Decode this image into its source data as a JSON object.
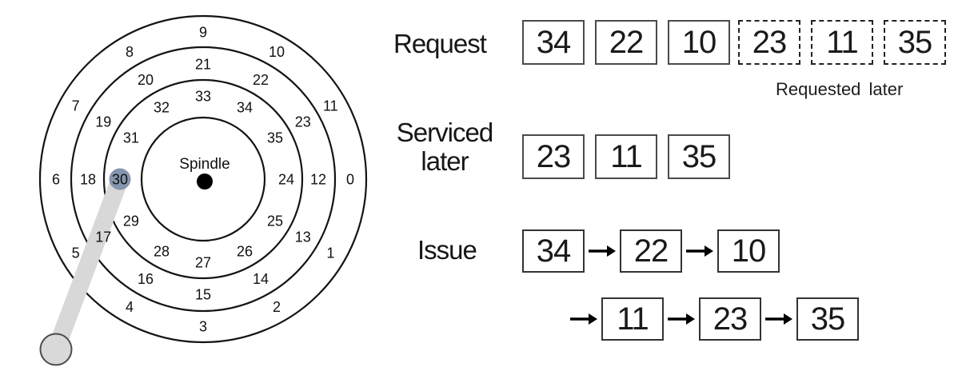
{
  "diagram": {
    "spindle_label": "Spindle",
    "tracks": [
      {
        "sectors": [
          0,
          1,
          2,
          3,
          4,
          5,
          6,
          7,
          8,
          9,
          10,
          11
        ]
      },
      {
        "sectors": [
          12,
          13,
          14,
          15,
          16,
          17,
          18,
          19,
          20,
          21,
          22,
          23
        ]
      },
      {
        "sectors": [
          24,
          25,
          26,
          27,
          28,
          29,
          30,
          31,
          32,
          33,
          34,
          35
        ]
      }
    ],
    "highlighted_sector": 30,
    "colors": {
      "outline": "#141414",
      "arm": "#d8d8d8",
      "pivot_fill": "#d9d9d9",
      "pivot_stroke": "#4c4c4c",
      "highlight": "#8495ad",
      "spindle_dot": "#000000"
    }
  },
  "rows": {
    "request": {
      "label": "Request",
      "solid": [
        "34",
        "22",
        "10"
      ],
      "dashed": [
        "23",
        "11",
        "35"
      ],
      "note": "Requested later"
    },
    "serviced": {
      "label_line1": "Serviced",
      "label_line2": "later",
      "items": [
        "23",
        "11",
        "35"
      ]
    },
    "issue": {
      "label": "Issue",
      "line1": [
        "34",
        "22",
        "10"
      ],
      "line2": [
        "11",
        "23",
        "35"
      ]
    }
  }
}
